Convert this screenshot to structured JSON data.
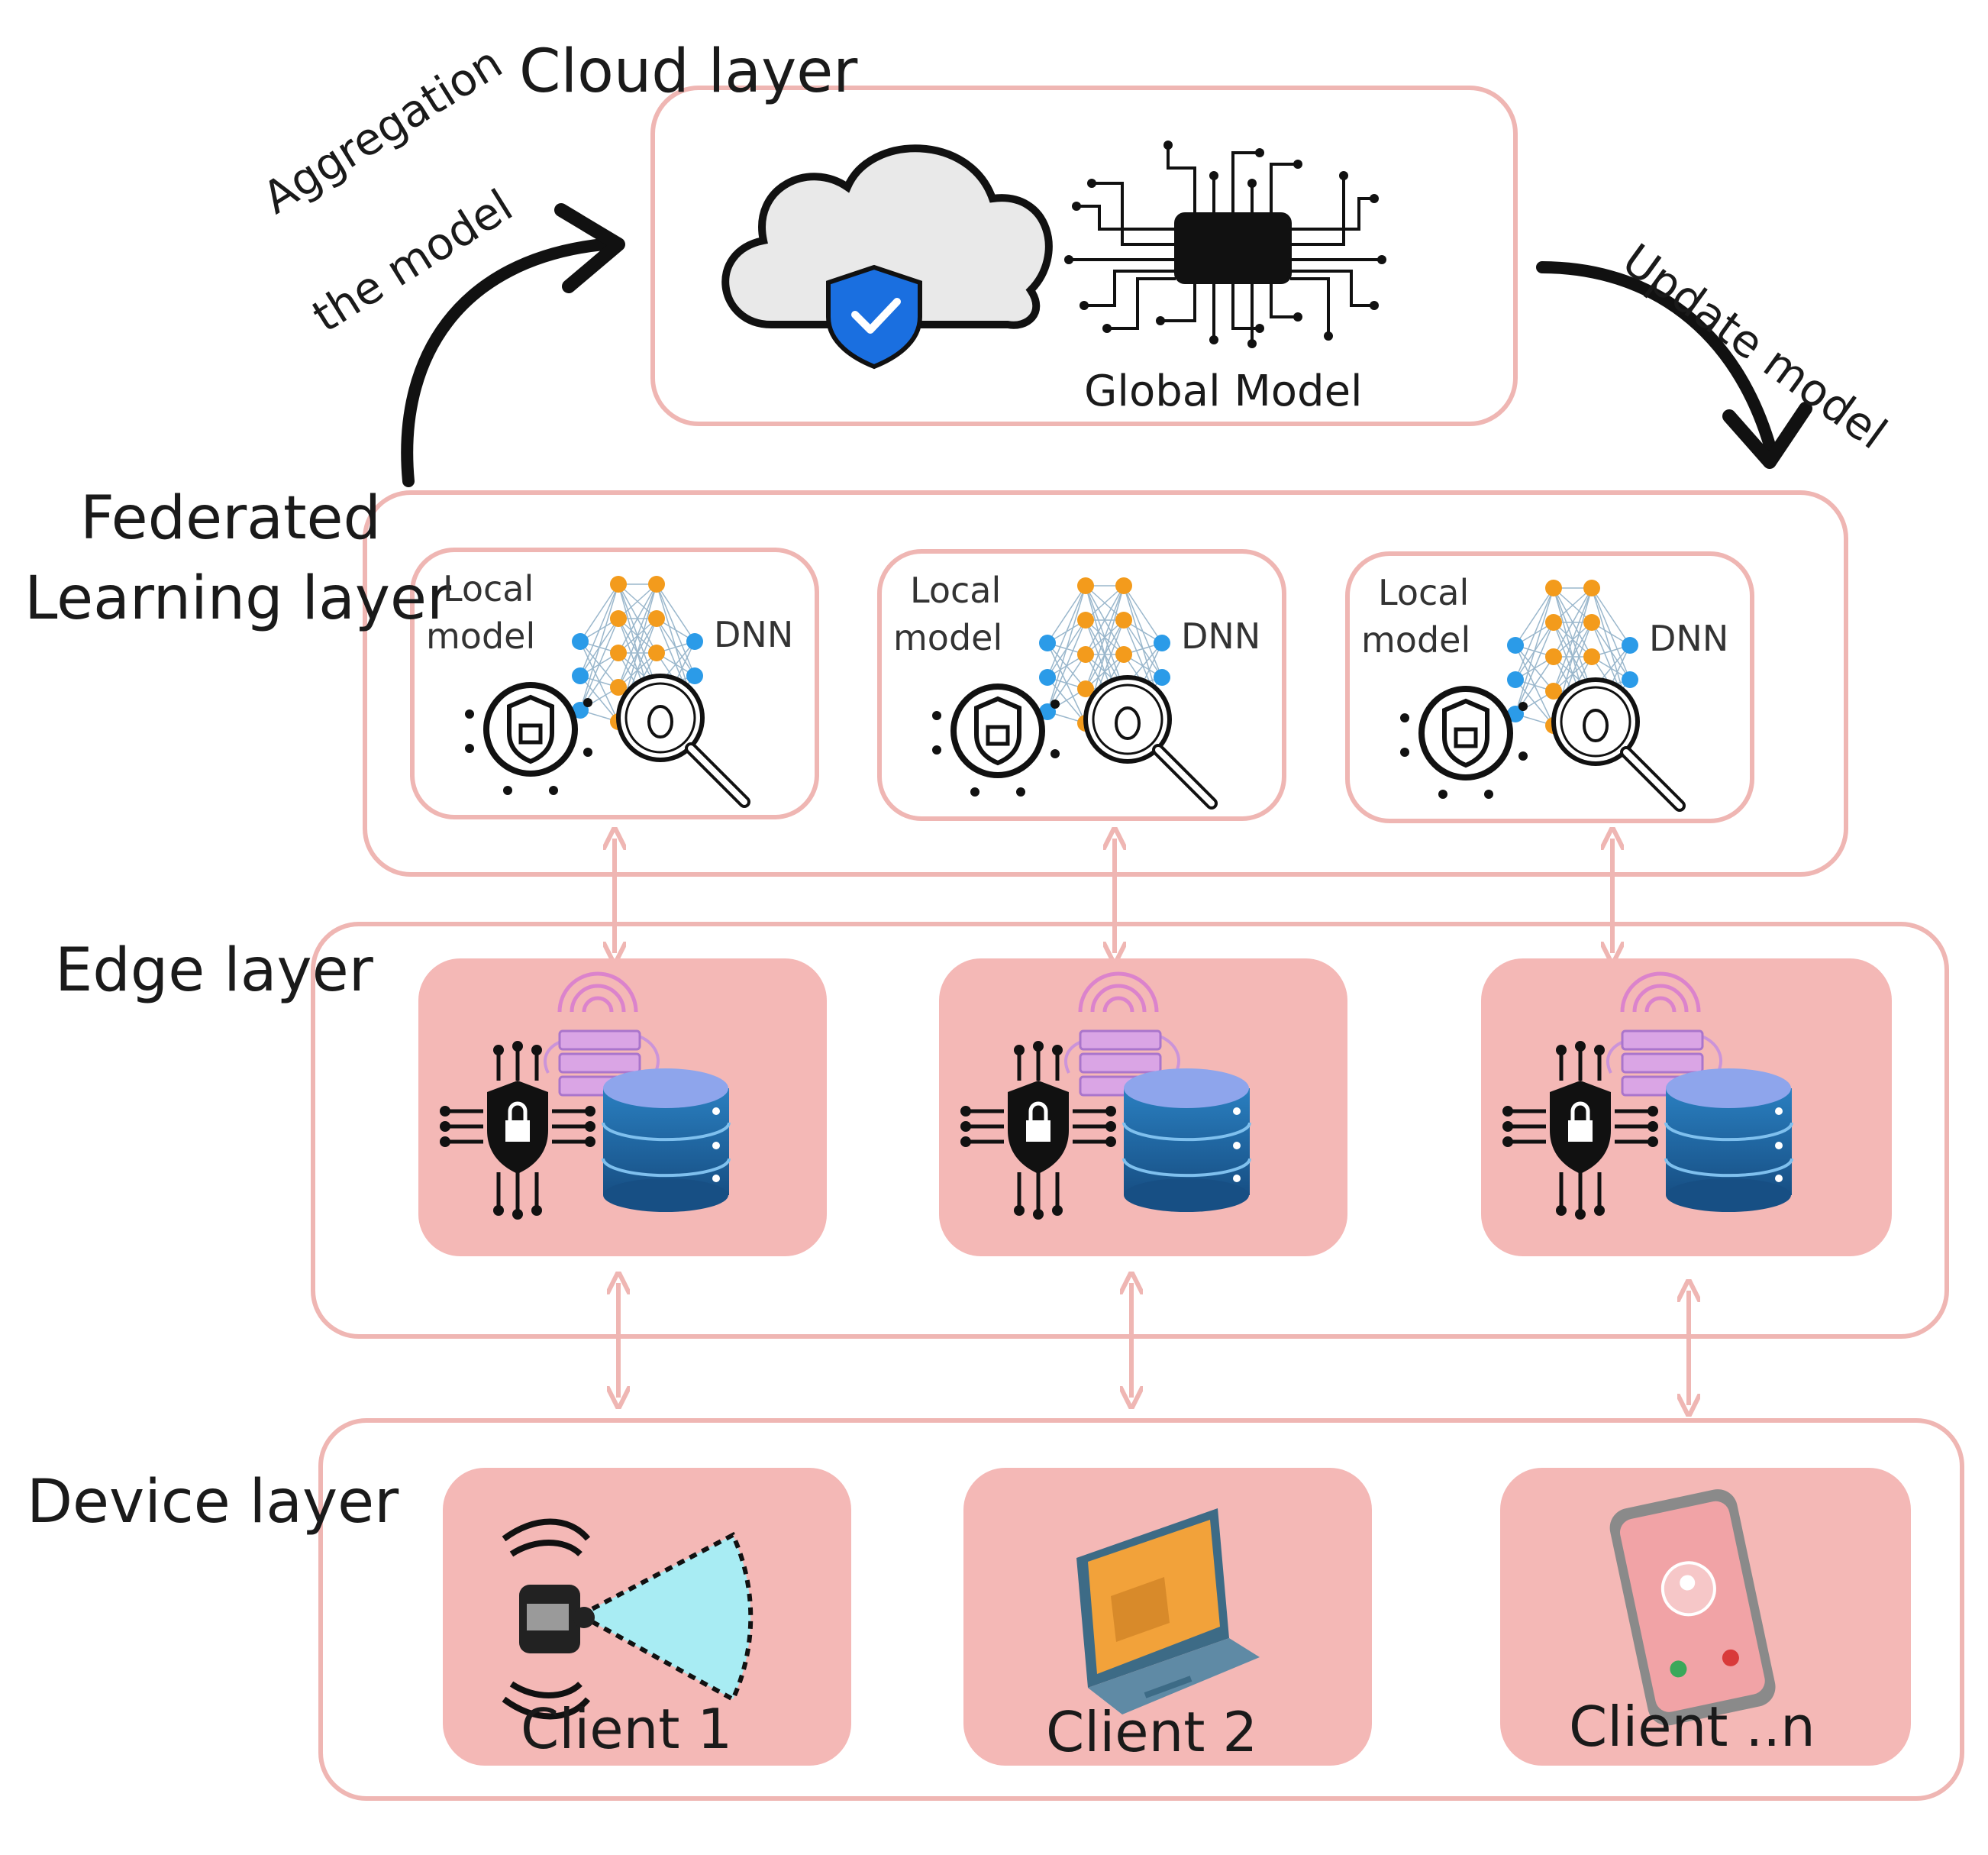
{
  "layers": {
    "cloud": "Cloud layer",
    "federated": [
      "Federated",
      "Learning layer"
    ],
    "edge": "Edge layer",
    "device": "Device layer"
  },
  "arrows": {
    "aggregation": [
      "Aggregation",
      "the model"
    ],
    "update": "Update model"
  },
  "cloud": {
    "global_model": "Global Model"
  },
  "federated_nodes": [
    {
      "local": [
        "Local",
        "model"
      ],
      "dnn": "DNN"
    },
    {
      "local": [
        "Local",
        "model"
      ],
      "dnn": "DNN"
    },
    {
      "local": [
        "Local",
        "model"
      ],
      "dnn": "DNN"
    }
  ],
  "clients": [
    "Client 1",
    "Client 2",
    "Client ..n"
  ],
  "colors": {
    "border": "#efb6b3",
    "fill": "#f4b8b6",
    "neuron_orange": "#f39b1c",
    "neuron_blue": "#2b9be8",
    "shield_blue": "#1a6fe0",
    "db_blue": "#1d6aa8",
    "laptop": "#3d6b86"
  }
}
